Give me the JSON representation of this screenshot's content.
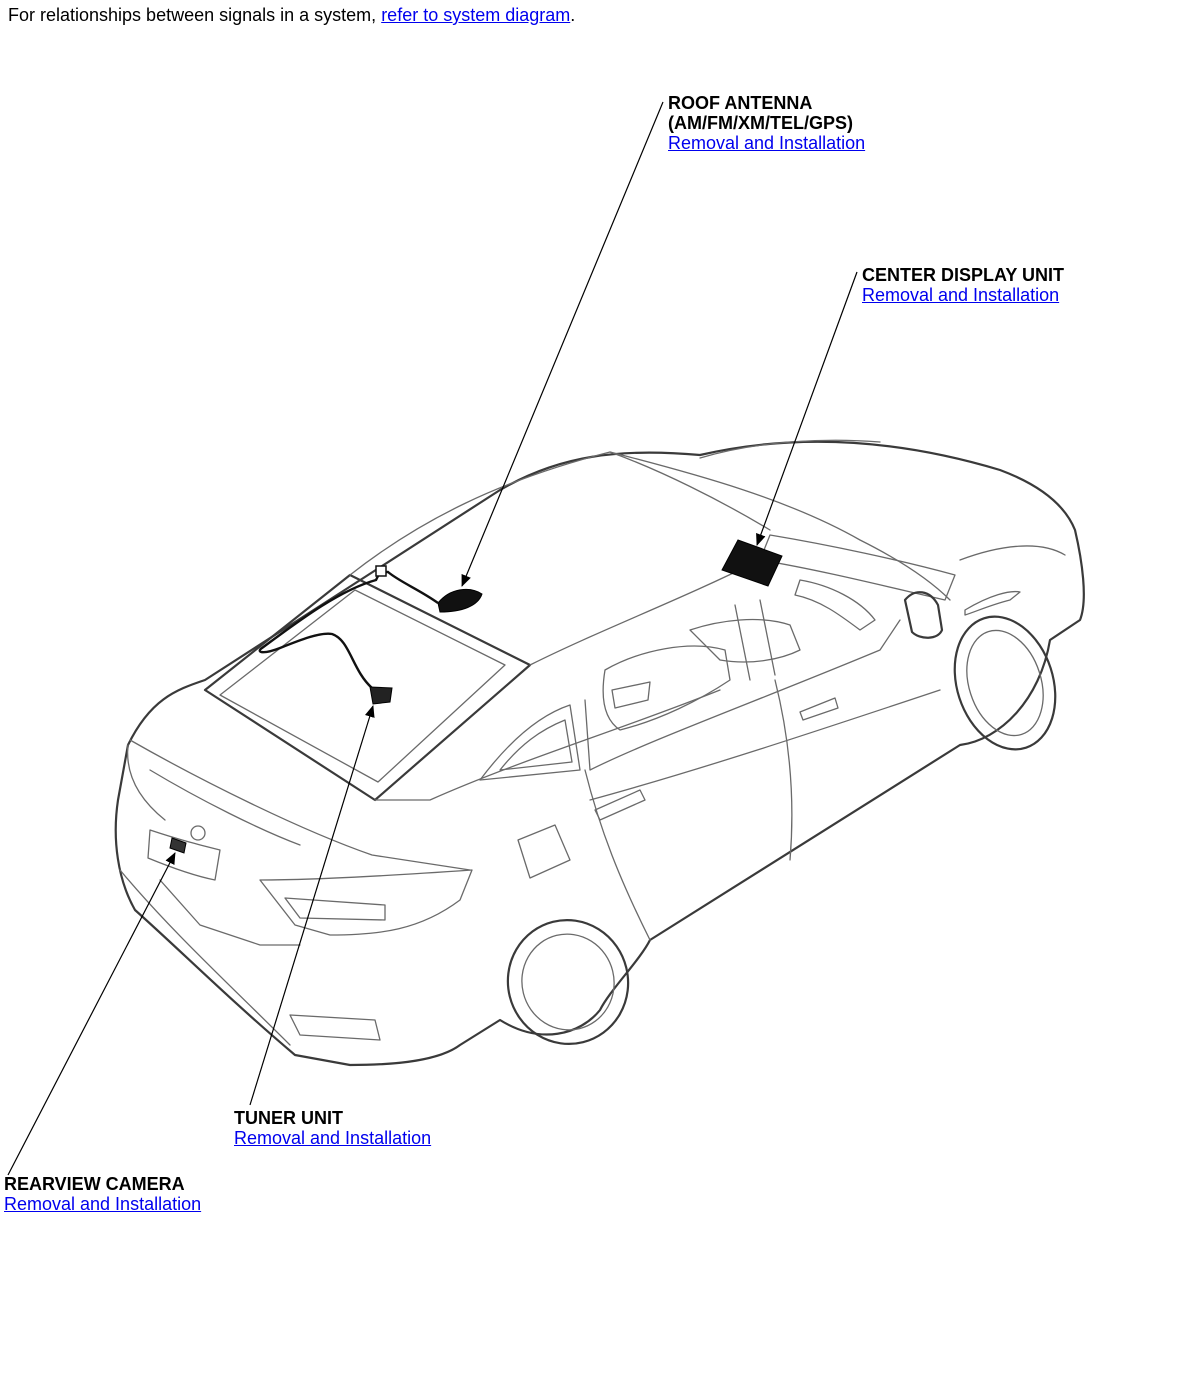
{
  "intro": {
    "text_before": "For relationships between signals in a system, ",
    "link": "refer to system diagram",
    "text_after": "."
  },
  "callouts": {
    "roof_antenna": {
      "title_line1": "ROOF ANTENNA",
      "title_line2": "(AM/FM/XM/TEL/GPS)",
      "link": "Removal and Installation"
    },
    "center_display": {
      "title": "CENTER DISPLAY UNIT",
      "link": "Removal and Installation"
    },
    "tuner_unit": {
      "title": "TUNER UNIT",
      "link": "Removal and Installation"
    },
    "rearview_camera": {
      "title": "REARVIEW CAMERA",
      "link": "Removal and Installation"
    }
  },
  "colors": {
    "link": "#0000ee",
    "component_fill": "#111111",
    "car_outline": "#6a6a6a"
  }
}
